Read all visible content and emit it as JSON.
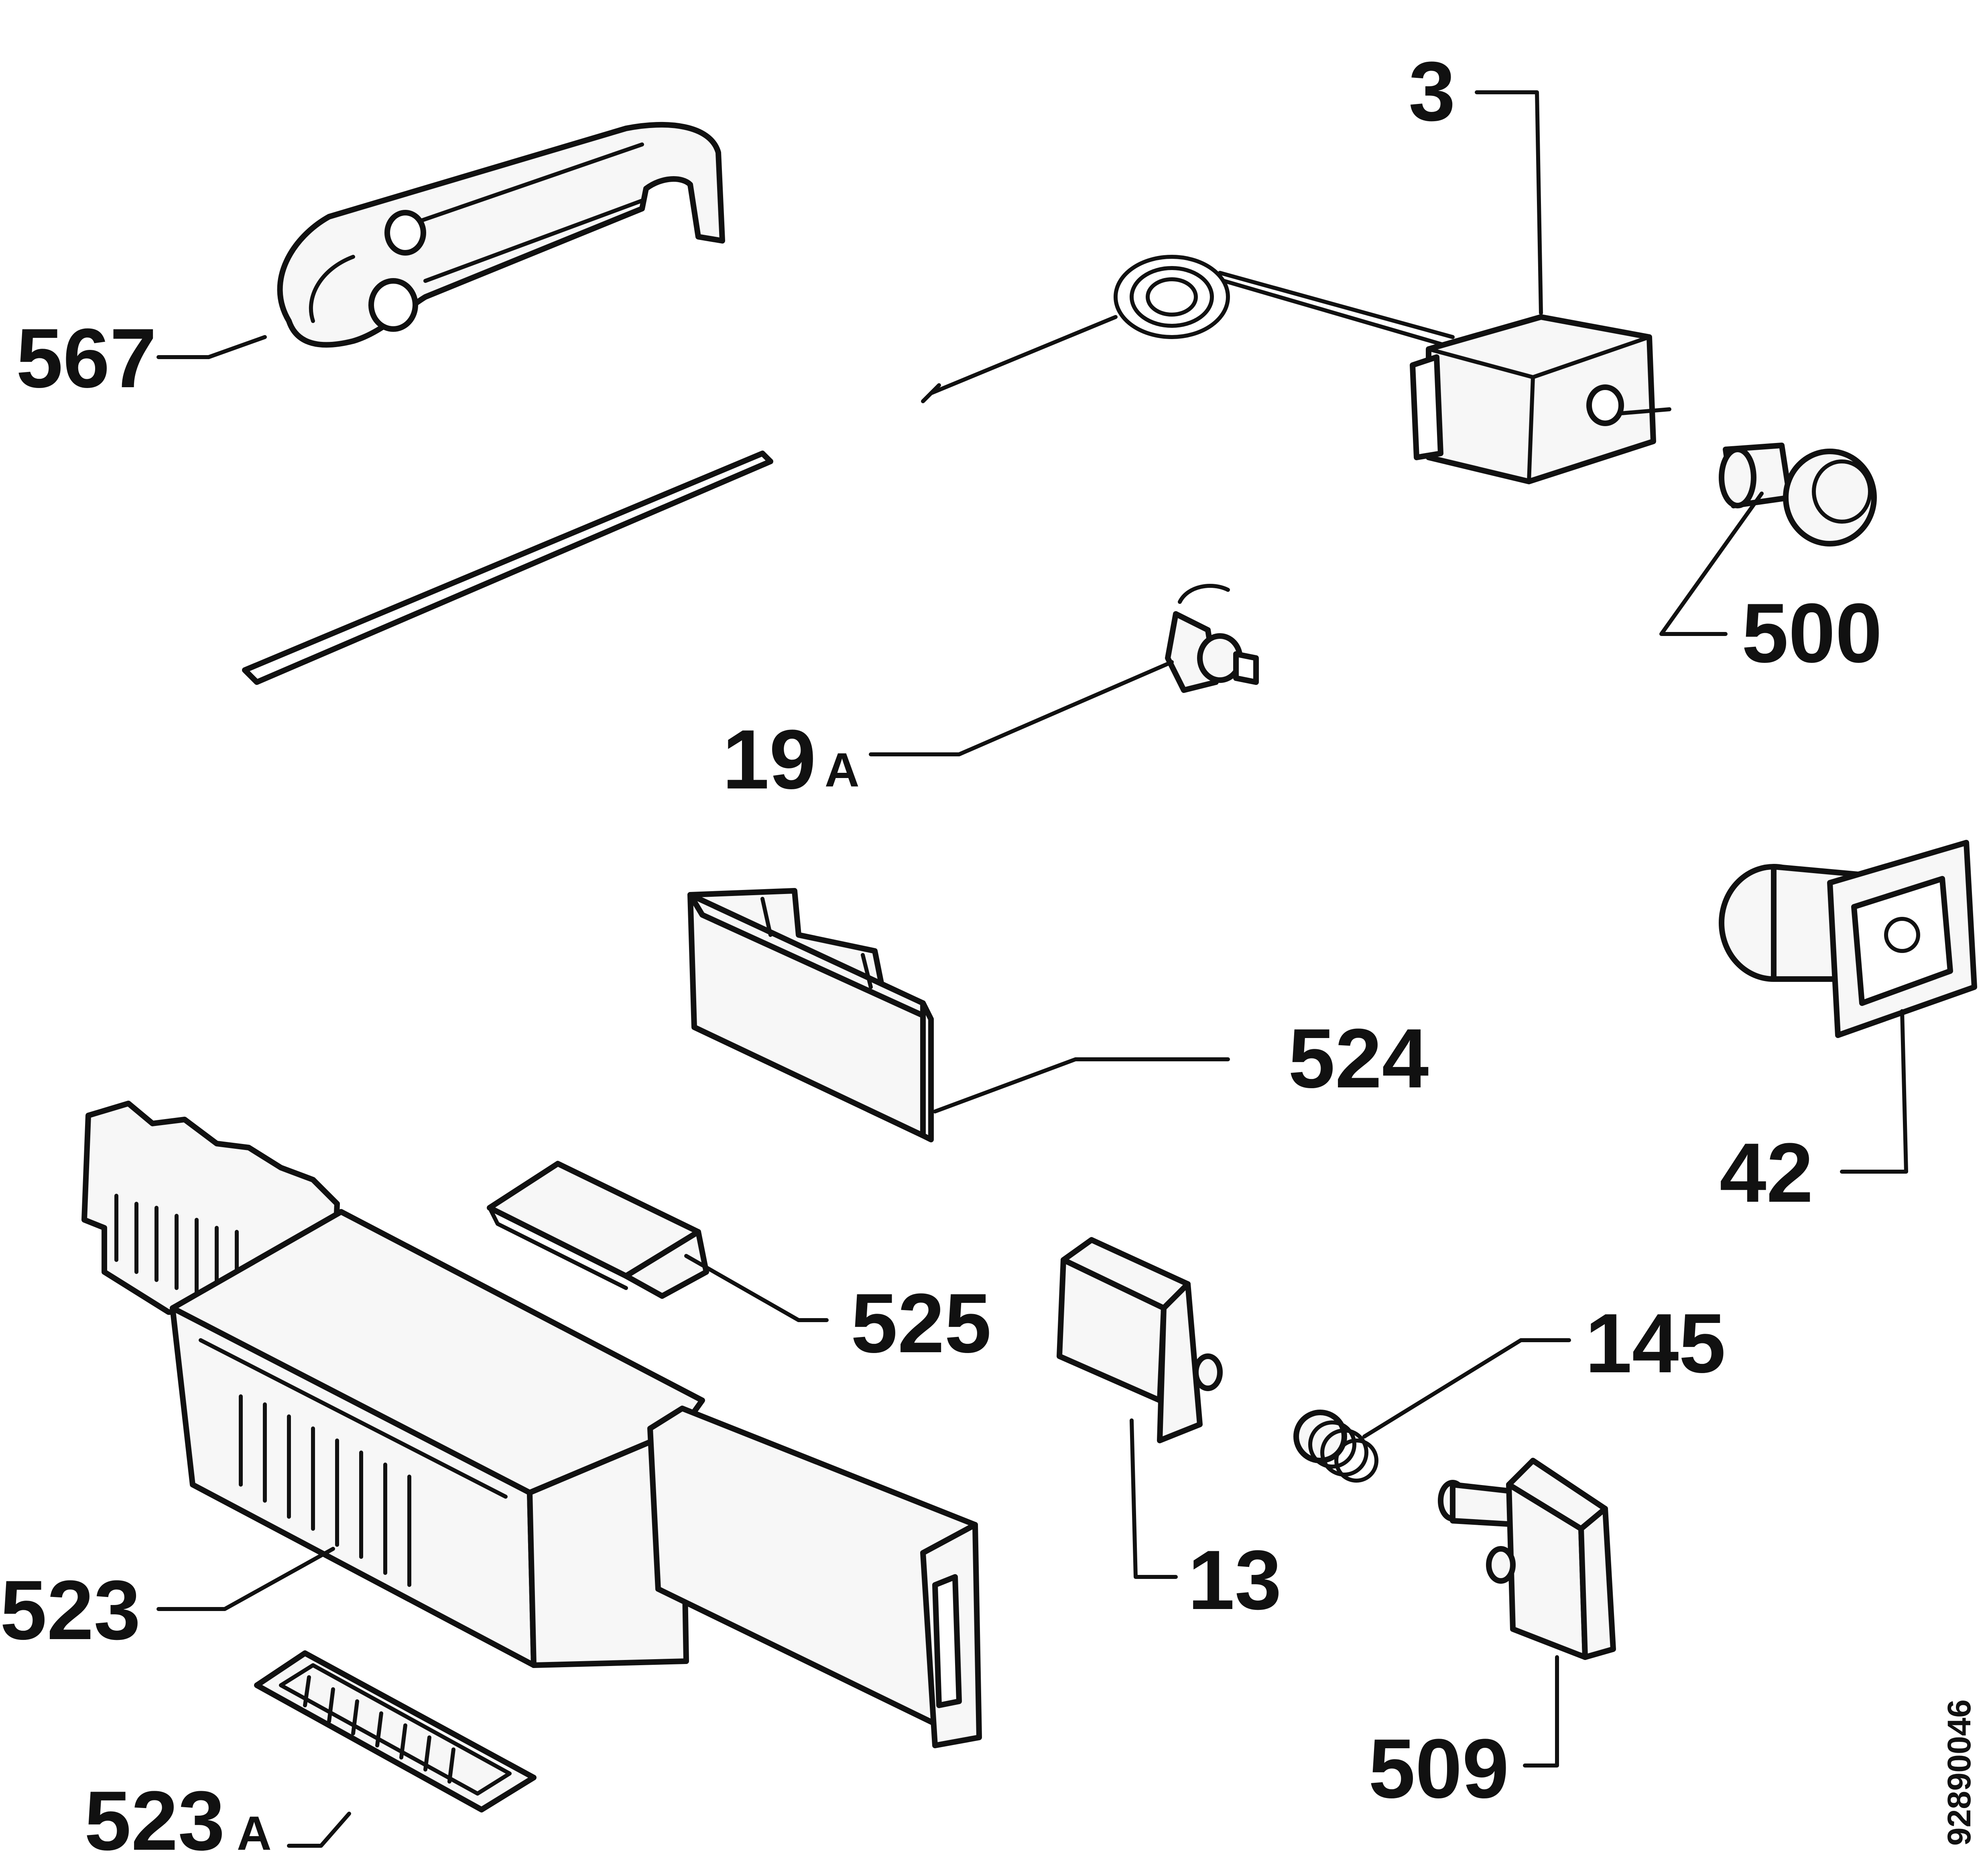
{
  "labels": {
    "p567": "567",
    "p3": "3",
    "p500": "500",
    "p19": "19",
    "p19_suffix": "A",
    "p524": "524",
    "p42": "42",
    "p525": "525",
    "p145": "145",
    "p13": "13",
    "p523": "523",
    "p509": "509",
    "p523a": "523",
    "p523a_suffix": "A"
  },
  "document_number": "92890046",
  "colors": {
    "line": "#111111",
    "fill": "#f7f7f7",
    "background": "#ffffff"
  }
}
